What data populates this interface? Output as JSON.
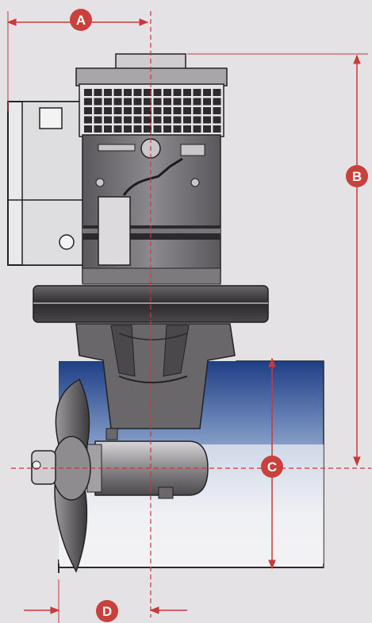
{
  "dimensions": {
    "A": {
      "label": "A"
    },
    "B": {
      "label": "B"
    },
    "C": {
      "label": "C"
    },
    "D": {
      "label": "D"
    }
  },
  "colors": {
    "dimension_red": "#c63a3a",
    "badge_red": "#c8413c",
    "motor_dark": "#3f3d40",
    "motor_mid": "#6f6c70",
    "motor_light": "#9c999d",
    "tunnel_blue": "#1f3f86",
    "paper": "#e4e2e5"
  }
}
